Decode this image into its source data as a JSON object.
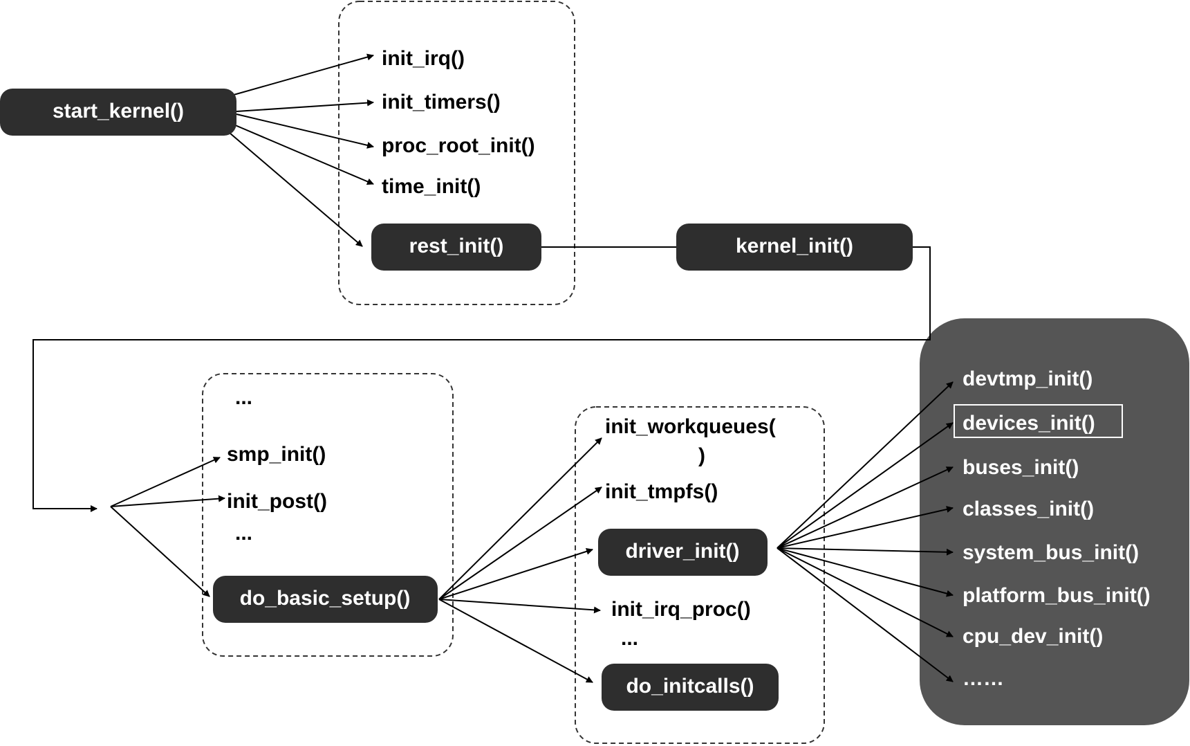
{
  "nodes": {
    "start_kernel": "start_kernel()",
    "rest_init": "rest_init()",
    "kernel_init": "kernel_init()",
    "do_basic_setup": "do_basic_setup()",
    "driver_init": "driver_init()",
    "do_initcalls": "do_initcalls()"
  },
  "group1": {
    "init_irq": "init_irq()",
    "init_timers": "init_timers()",
    "proc_root_init": "proc_root_init()",
    "time_init": "time_init()"
  },
  "group2": {
    "ellipsis_top": "...",
    "smp_init": "smp_init()",
    "init_post": "init_post()",
    "ellipsis_bottom": "..."
  },
  "group3": {
    "init_workqueues_line1": "init_workqueues(",
    "init_workqueues_line2": ")",
    "init_tmpfs": "init_tmpfs()",
    "init_irq_proc": "init_irq_proc()",
    "ellipsis": "..."
  },
  "group4": {
    "devtmp_init": "devtmp_init()",
    "devices_init": "devices_init()",
    "buses_init": "buses_init()",
    "classes_init": "classes_init()",
    "system_bus_init": "system_bus_init()",
    "platform_bus_init": "platform_bus_init()",
    "cpu_dev_init": "cpu_dev_init()",
    "ellipsis": "……"
  },
  "colors": {
    "node_fill": "#2e2e2e",
    "panel_fill": "#555555",
    "node_text": "#ffffff",
    "text": "#000000",
    "line": "#000000"
  }
}
